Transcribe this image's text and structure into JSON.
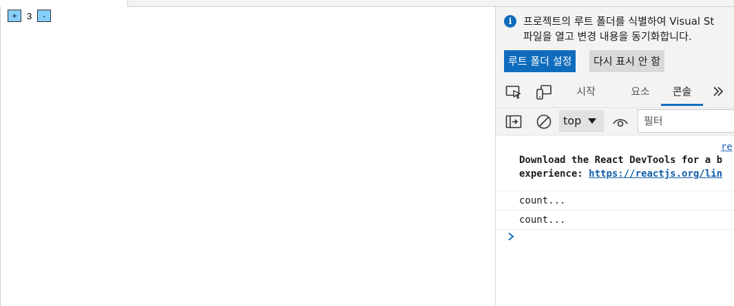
{
  "page": {
    "counter": {
      "increment_label": "+",
      "value": "3",
      "decrement_label": "-"
    }
  },
  "devtools": {
    "info_bar": {
      "line1": "프로젝트의 루트 폴더를 식별하여 Visual St",
      "line2": "파일을 열고 변경 내용을 동기화합니다.",
      "primary_button": "루트 폴더 설정",
      "secondary_button": "다시 표시 안 함"
    },
    "tabs": [
      {
        "label": "시작"
      },
      {
        "label": "요소"
      },
      {
        "label": "콘솔"
      }
    ],
    "toolbar": {
      "context": "top",
      "filter_placeholder": "필터"
    },
    "console": {
      "source_link": "re",
      "react_message_line1": "Download the React DevTools for a b",
      "react_message_line2_prefix": "experience: ",
      "react_message_link": "https://reactjs.org/lin",
      "logs": [
        {
          "text": "count..."
        },
        {
          "text": "count..."
        }
      ]
    }
  },
  "colors": {
    "accent": "#0f6cbd",
    "counter_button": "#87cefa",
    "link": "#0f5da8"
  },
  "icons": {
    "info": "info-icon",
    "inspect": "inspect-element-icon",
    "device": "device-emulation-icon",
    "more_tabs": "chevron-double-right-icon",
    "sidebar": "sidebar-toggle-icon",
    "clear": "clear-console-icon",
    "live_expression": "eye-icon",
    "prompt": "chevron-right-icon"
  }
}
